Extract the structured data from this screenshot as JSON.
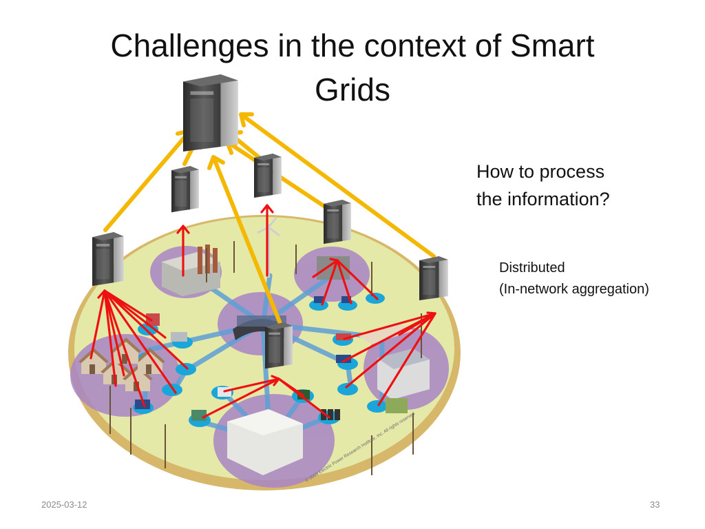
{
  "slide": {
    "title_lines": [
      "Challenges in the context of Smart",
      "Grids"
    ],
    "question_lines": [
      "How to process",
      "the information?"
    ],
    "answer_lines": [
      "Distributed",
      "(In-network aggregation)"
    ],
    "footer_date": "2025-03-12",
    "page_number": "33"
  },
  "illustration": {
    "copyright": "© 2009 Electric Power Research Institute, Inc. All rights reserved",
    "colors": {
      "aggregation_arrow": "#f5b800",
      "local_arrow": "#ee1111",
      "ground": "#e5e9a8",
      "zone": "#a985c6",
      "node": "#1aa6d8",
      "link": "#5e9fd6",
      "server": "#3b3b3b"
    }
  }
}
